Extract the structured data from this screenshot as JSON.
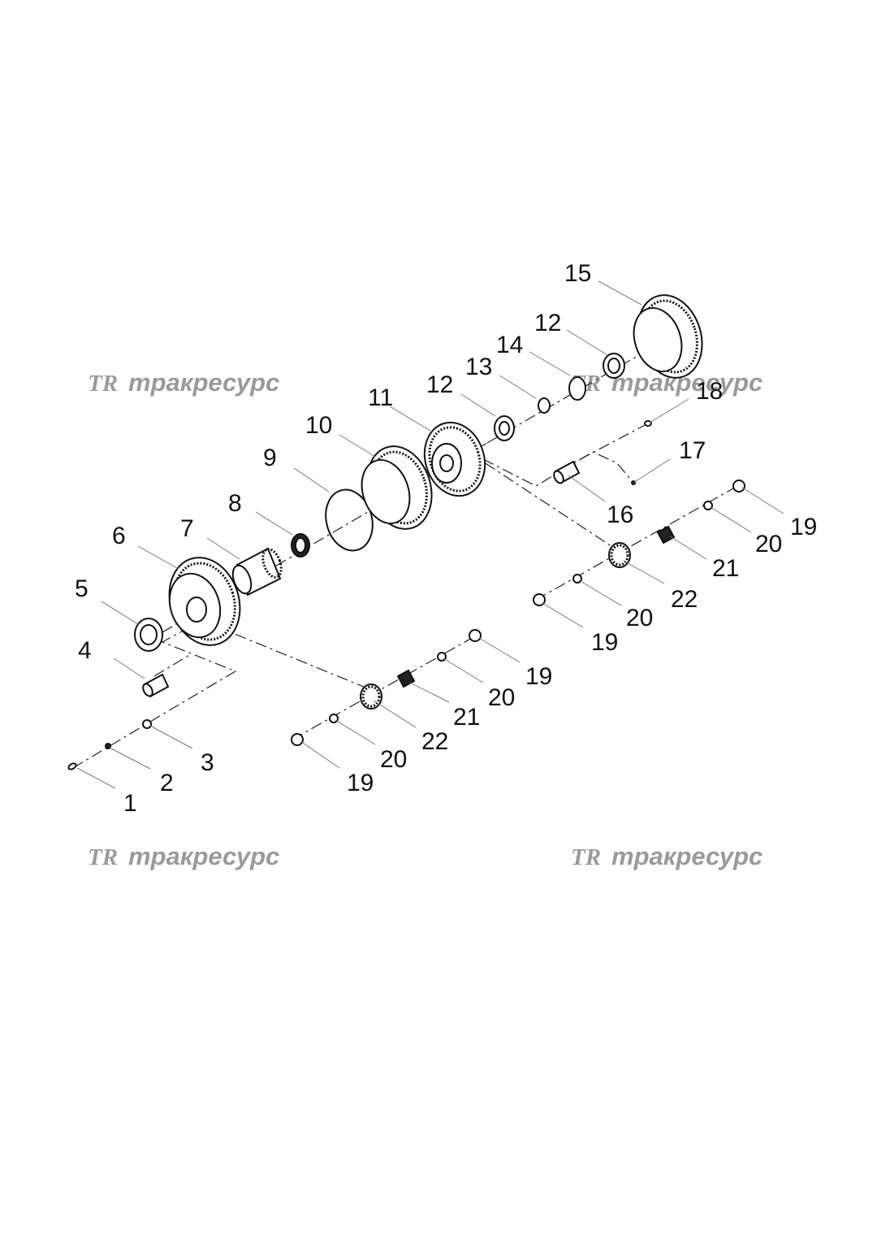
{
  "watermark": {
    "brand_text": "трак­ресурс",
    "logo_text": "TR"
  },
  "callouts": [
    "1",
    "2",
    "3",
    "4",
    "5",
    "6",
    "7",
    "8",
    "9",
    "10",
    "11",
    "12",
    "12",
    "13",
    "14",
    "15",
    "16",
    "17",
    "18",
    "19",
    "19",
    "19",
    "19",
    "20",
    "20",
    "20",
    "20",
    "21",
    "21",
    "22",
    "22"
  ]
}
